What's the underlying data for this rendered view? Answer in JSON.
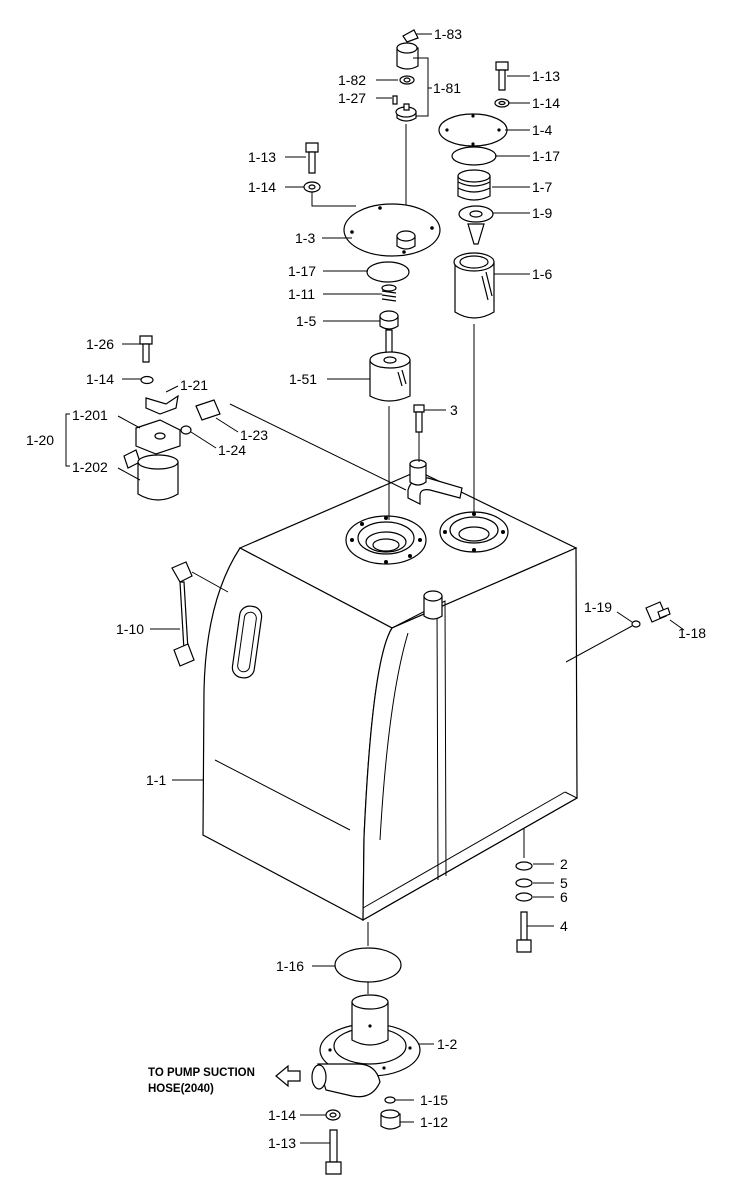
{
  "labels": {
    "l_1_83": "1-83",
    "l_1_82": "1-82",
    "l_1_81": "1-81",
    "l_1_27": "1-27",
    "l_1_13a": "1-13",
    "l_1_14a": "1-14",
    "l_1_4": "1-4",
    "l_1_17a": "1-17",
    "l_1_7": "1-7",
    "l_1_9": "1-9",
    "l_1_6": "1-6",
    "l_1_13b": "1-13",
    "l_1_14b": "1-14",
    "l_1_3": "1-3",
    "l_1_17b": "1-17",
    "l_1_11": "1-11",
    "l_1_5": "1-5",
    "l_1_51": "1-51",
    "l_3": "3",
    "l_1_26": "1-26",
    "l_1_14c": "1-14",
    "l_1_21": "1-21",
    "l_1_201": "1-201",
    "l_1_20": "1-20",
    "l_1_202": "1-202",
    "l_1_23": "1-23",
    "l_1_24": "1-24",
    "l_1_10": "1-10",
    "l_1_19": "1-19",
    "l_1_18": "1-18",
    "l_1_1": "1-1",
    "l_2": "2",
    "l_5": "5",
    "l_6": "6",
    "l_4": "4",
    "l_1_16": "1-16",
    "l_1_2": "1-2",
    "l_1_15": "1-15",
    "l_1_14d": "1-14",
    "l_1_12": "1-12",
    "l_1_13c": "1-13"
  },
  "note": {
    "line1": "TO PUMP SUCTION",
    "line2": "HOSE(2040)"
  }
}
